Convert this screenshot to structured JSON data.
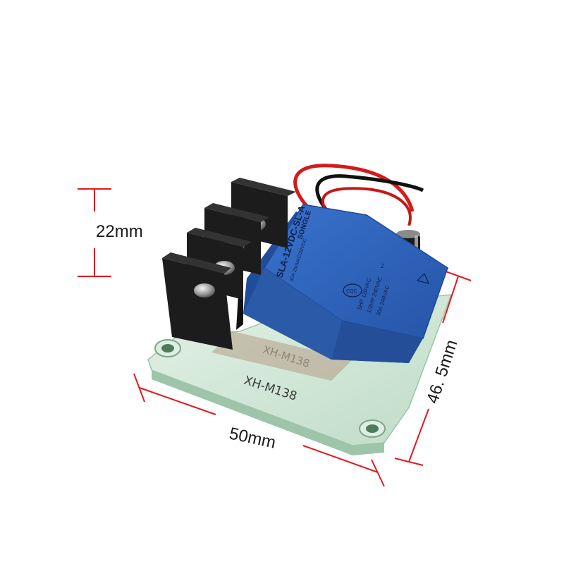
{
  "dimensions": {
    "height_label": "22mm",
    "width_label": "50mm",
    "depth_label": "46. 5mm"
  },
  "board": {
    "silkscreen_label": "XH-M138"
  },
  "relay": {
    "brand": "SONGLE",
    "model": "SLA-12VDC-SL-A",
    "rating_line_1": "30A 250VAC/30VDC",
    "rating_line_2": "5HP 120VAC",
    "rating_line_3": "1/2HP 240VAC",
    "rating_line_4": "30A 240VAC",
    "cert_mark": "CQC",
    "pin_number": "2"
  },
  "colors": {
    "dimension_line": "#e0191e",
    "pcb": "#cfe6d6",
    "relay": "#2a5fb8",
    "terminal": "#1c1c1c",
    "wire_red": "#d41a1a",
    "wire_black": "#111111"
  }
}
